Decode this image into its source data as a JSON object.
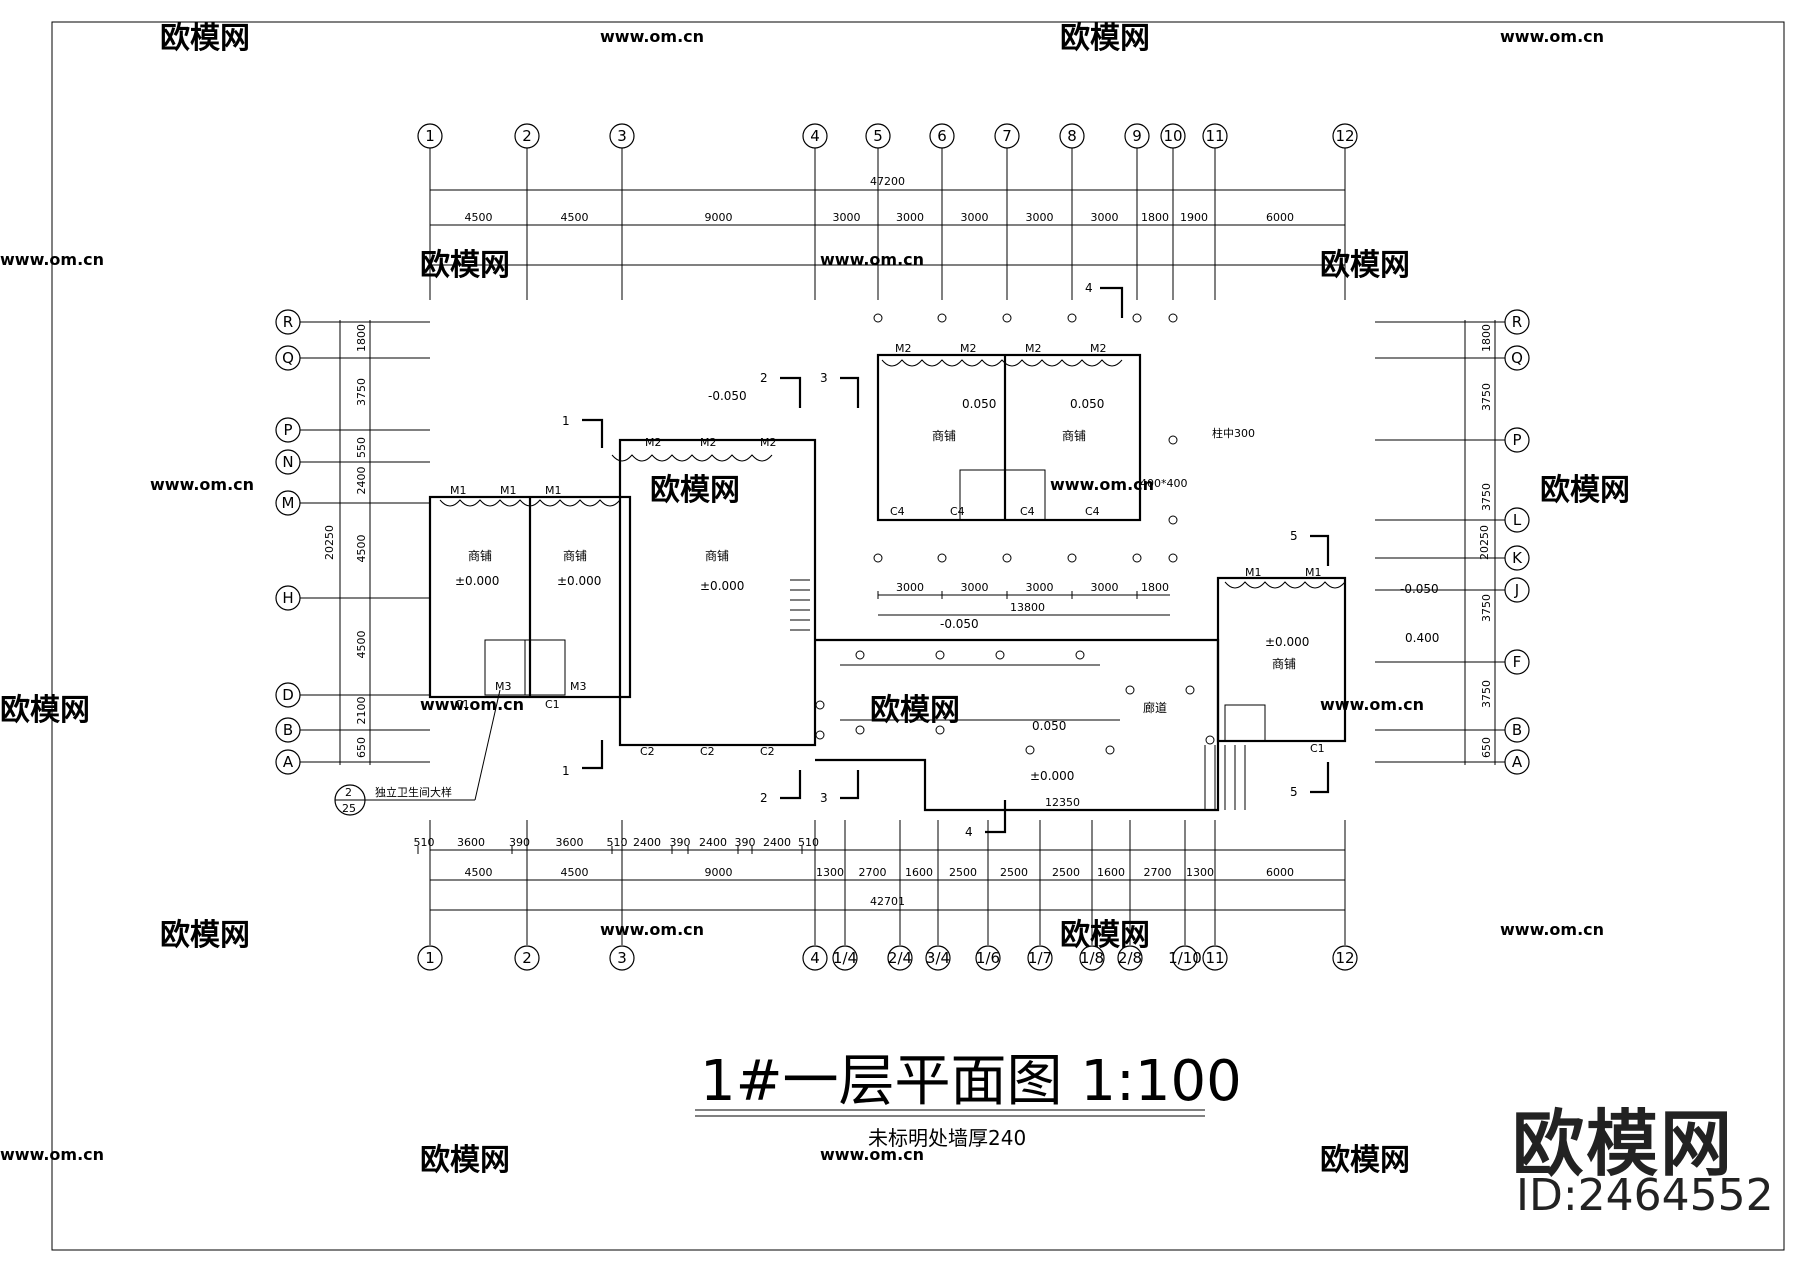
{
  "title": "1#一层平面图 1:100",
  "note": "未标明处墙厚240",
  "brand": {
    "name": "欧模网",
    "id": "ID:2464552"
  },
  "watermark": {
    "logo": "欧模网",
    "url": "www.om.cn"
  },
  "axes_top": [
    "1",
    "2",
    "3",
    "4",
    "5",
    "6",
    "7",
    "8",
    "9",
    "10",
    "11",
    "12"
  ],
  "axes_bottom": [
    "1",
    "2",
    "3",
    "4",
    "1/4",
    "2/4",
    "3/4",
    "1/6",
    "1/7",
    "1/8",
    "2/8",
    "1/10",
    "11",
    "12"
  ],
  "axes_left": [
    "R",
    "Q",
    "P",
    "N",
    "M",
    "H",
    "D",
    "B",
    "A"
  ],
  "axes_right": [
    "R",
    "Q",
    "P",
    "L",
    "K",
    "J",
    "F",
    "B",
    "A"
  ],
  "dims": {
    "total_top": "47200",
    "top_row1": [
      "4500",
      "4500",
      "9000",
      "3000",
      "3000",
      "3000",
      "3000",
      "3000",
      "1800",
      "1900",
      "6000"
    ],
    "total_bottom": "42701",
    "bottom_row1": [
      "4500",
      "4500",
      "9000",
      "1300",
      "2700",
      "1600",
      "2500",
      "2500",
      "2500",
      "1600",
      "2700",
      "1300",
      "6000"
    ],
    "bottom_row2": [
      "510",
      "3600",
      "390",
      "3600",
      "510",
      "2400",
      "390",
      "2400",
      "390",
      "2400",
      "510"
    ],
    "left_total": "20250",
    "left_row": [
      "1800",
      "3750",
      "550",
      "2400",
      "4500",
      "4500",
      "2100",
      "650"
    ],
    "right_total": "20250",
    "right_row": [
      "1800",
      "3750",
      "3750",
      "3750",
      "3750",
      "650"
    ],
    "mid_total": "13800",
    "mid_row": [
      "3000",
      "3000",
      "3000",
      "3000",
      "1800"
    ],
    "corridor_total": "12350"
  },
  "rooms": [
    {
      "label": "商铺",
      "elev": "±0.000"
    },
    {
      "label": "商铺",
      "elev": "±0.000"
    },
    {
      "label": "商铺",
      "elev": "±0.000"
    },
    {
      "label": "商铺",
      "elev": "0.050"
    },
    {
      "label": "商铺",
      "elev": "0.050"
    },
    {
      "label": "商铺",
      "elev": "±0.000"
    },
    {
      "label": "廊道",
      "elev": "0.050"
    }
  ],
  "levels": [
    "-0.050",
    "-0.050",
    "±0.000",
    "-0.050",
    "0.400"
  ],
  "callouts": {
    "detail_ref": "独立卫生间大样",
    "column_note": "柱中300",
    "column_size": "400*400",
    "section_a": "2",
    "section_b": "25"
  },
  "section_marks": [
    "1",
    "1",
    "2",
    "2",
    "3",
    "3",
    "4",
    "4",
    "5",
    "5"
  ],
  "door_labels": [
    "M1",
    "M2",
    "M3"
  ],
  "window_labels": [
    "C1",
    "C2",
    "C4"
  ]
}
